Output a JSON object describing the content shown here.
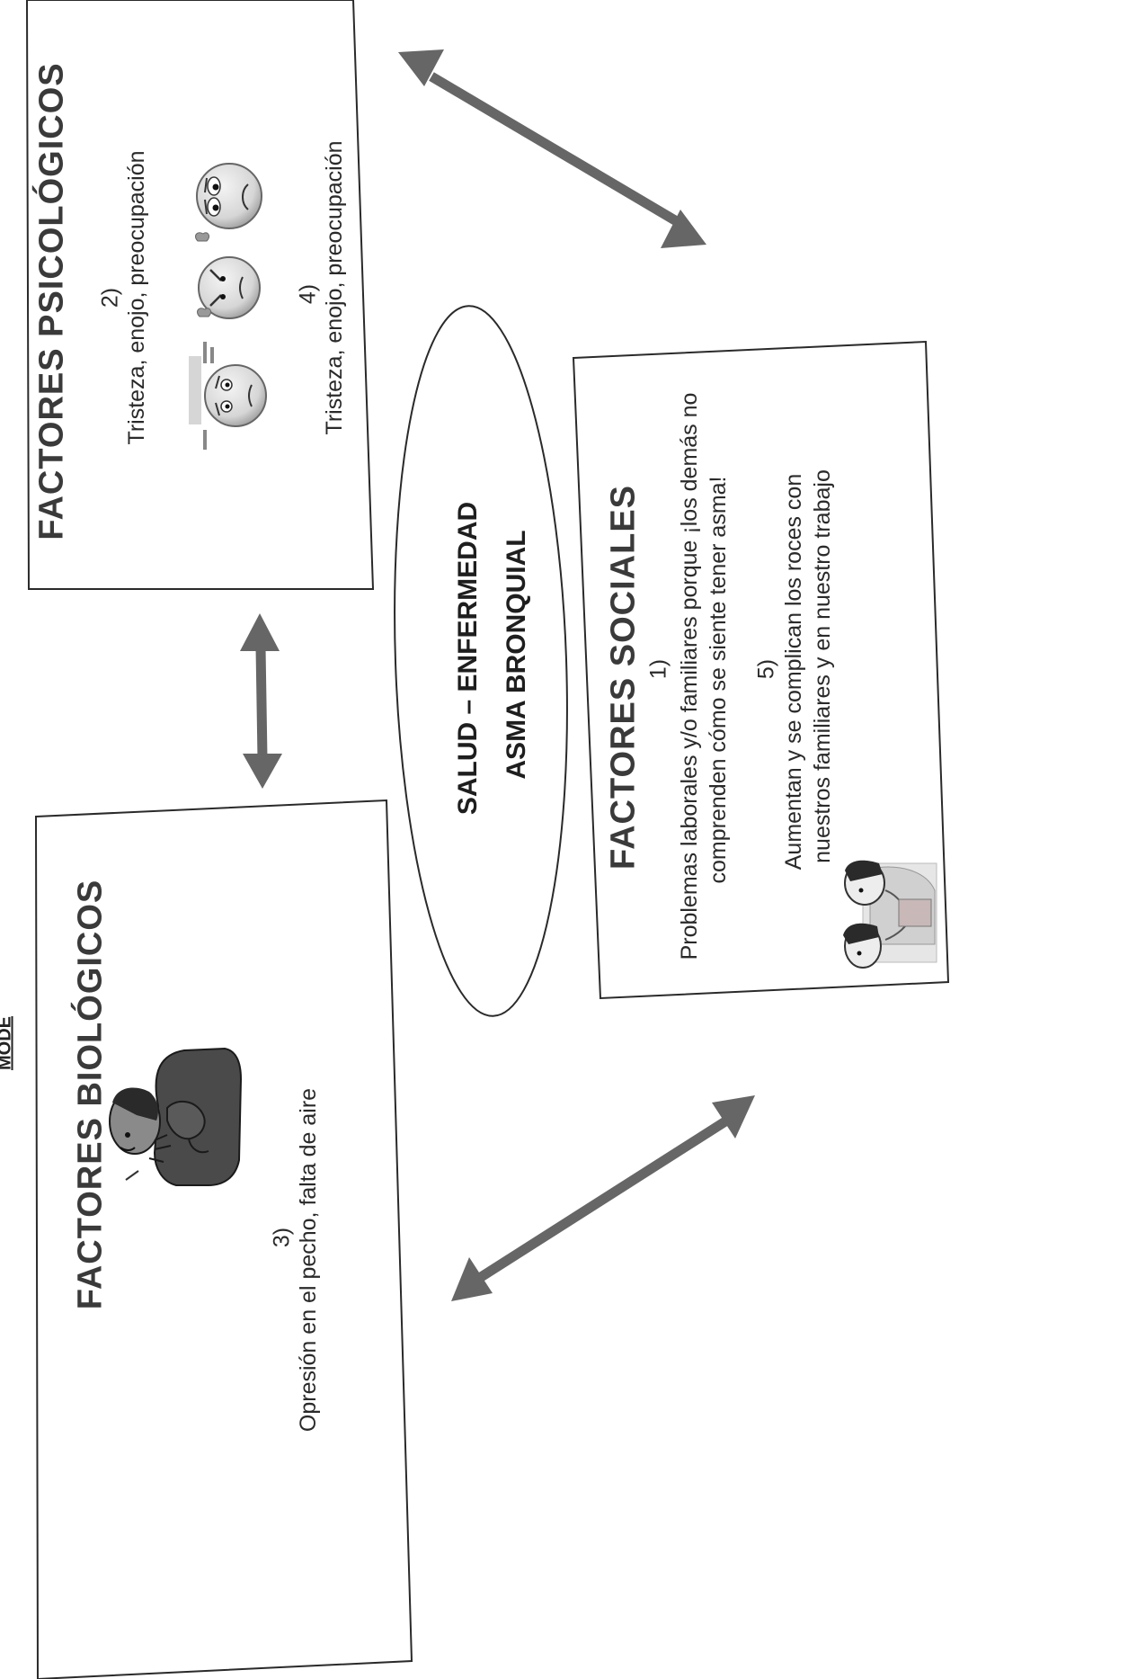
{
  "corner_label": "MODE",
  "center": {
    "line1": "SALUD – ENFERMEDAD",
    "line2": "ASMA BRONQUIAL"
  },
  "biological": {
    "title": "FACTORES  BIOLÓGICOS",
    "number": "3)",
    "text": "Opresión en el pecho, falta de aire",
    "illustration": "coughing-person-illustration"
  },
  "psychological": {
    "title": "FACTORES  PSICOLÓGICOS",
    "item1_number": "2)",
    "item1_text": "Tristeza, enojo, preocupación",
    "item2_number": "4)",
    "item2_text": "Tristeza, enojo, preocupación",
    "illustration": "emotion-faces-illustration"
  },
  "social": {
    "title": "FACTORES  SOCIALES",
    "item1_number": "1)",
    "item1_line1": "Problemas laborales y/o familiares porque ¡los demás no",
    "item1_line2": "comprenden cómo se siente tener asma!",
    "item2_number": "5)",
    "item2_line1": "Aumentan y se complican los roces con",
    "item2_line2": "nuestros familiares y en nuestro trabajo",
    "illustration": "arguing-people-illustration"
  },
  "colors": {
    "arrow": "#666666",
    "border": "#2a2a2a",
    "text": "#2a2a2a"
  }
}
